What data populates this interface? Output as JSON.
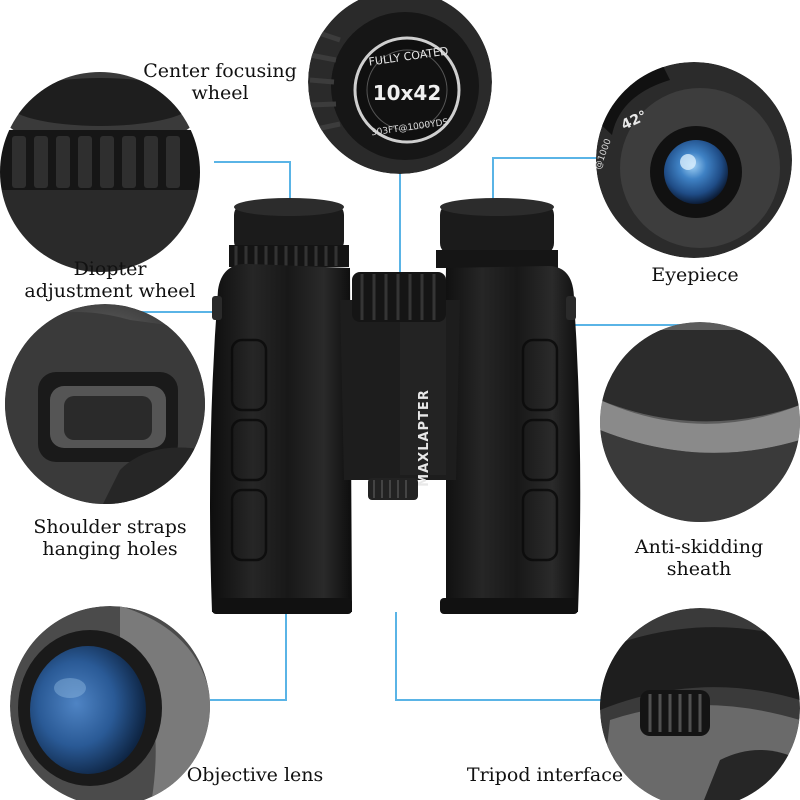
{
  "labels": {
    "center_focusing_wheel": [
      "Center focusing",
      "wheel"
    ],
    "diopter": [
      "Diopter",
      "adjustment wheel"
    ],
    "eyepiece": [
      "Eyepiece"
    ],
    "shoulder_straps": [
      "Shoulder straps",
      "hanging holes"
    ],
    "anti_skidding": [
      "Anti-skidding",
      "sheath"
    ],
    "objective_lens": [
      "Objective lens"
    ],
    "tripod": [
      "Tripod interface"
    ]
  },
  "focus_wheel_text": {
    "line1": "FULLY COATED",
    "line2": "10x42",
    "line3": "303FT@1000YDS"
  },
  "eyepiece_ring_text": "42°",
  "eyepiece_ring_text2": "@1000",
  "brand": "MAXLAPTER",
  "colors": {
    "leader_line": "#5ab4e6",
    "body": "#1a1a1a",
    "lens_blue": "#2f5f9a"
  }
}
